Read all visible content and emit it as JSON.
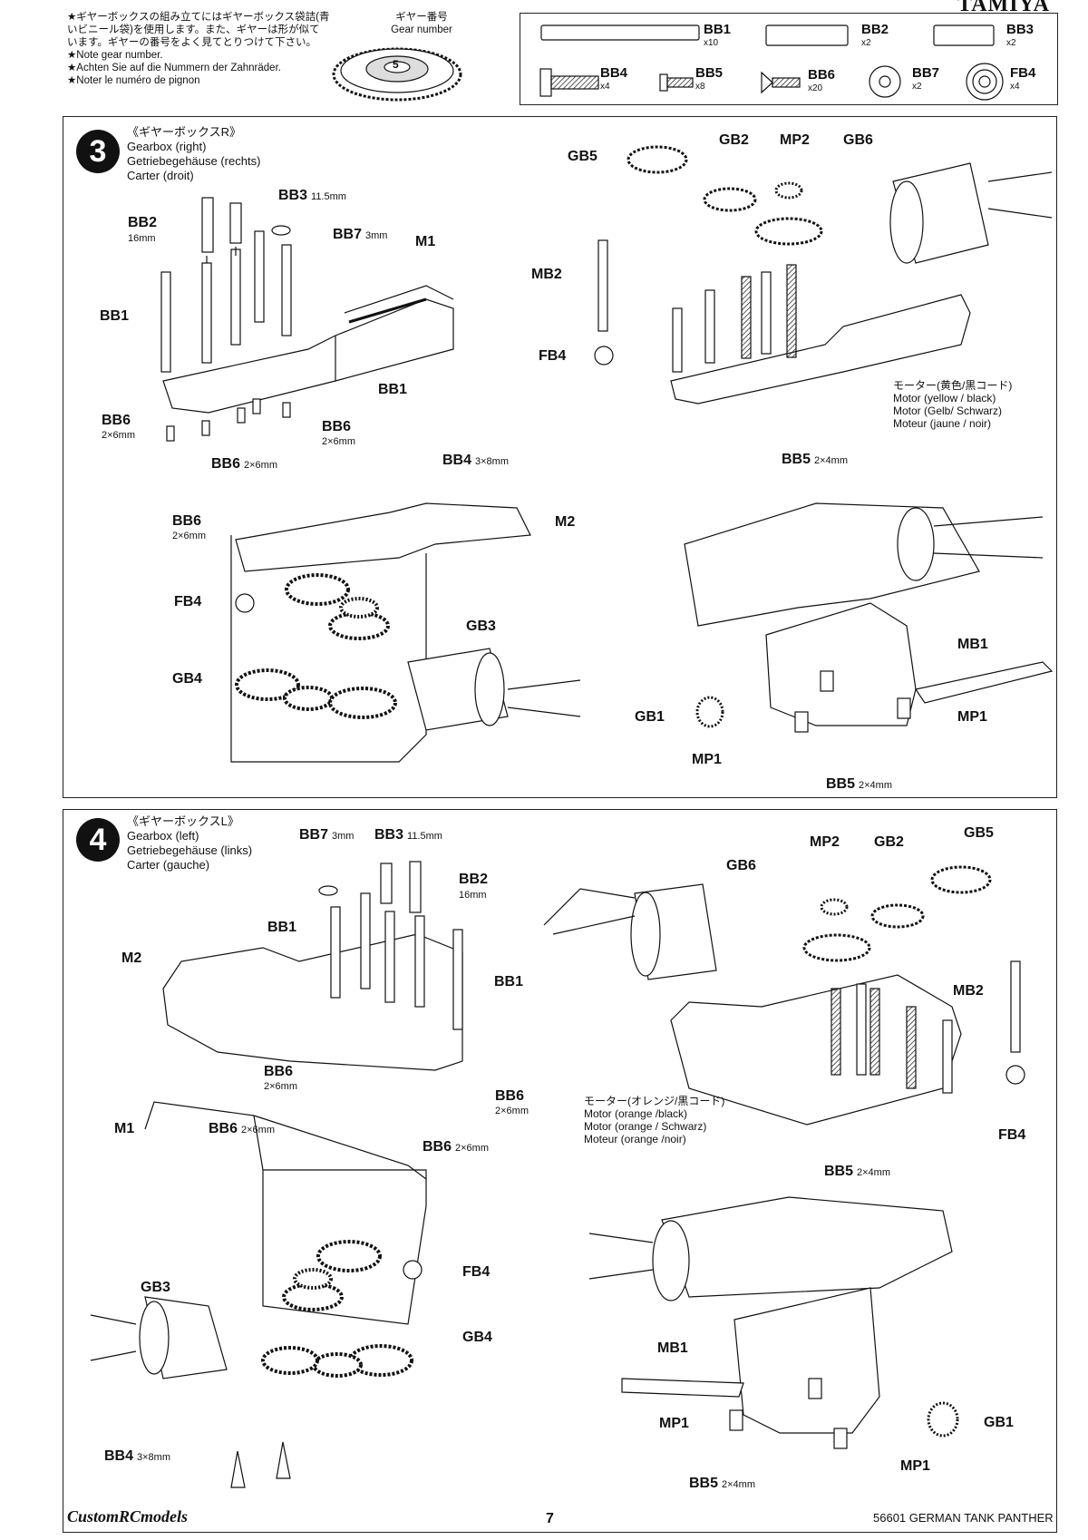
{
  "brand": "TAMIYA",
  "top_note": {
    "jp": "★ギヤーボックスの組み立てにはギヤーボックス袋詰(青いビニール袋)を使用します。また、ギヤーは形が似ています。ギヤーの番号をよく見てとりつけて下さい。",
    "en": "★Note gear number.",
    "de": "★Achten Sie auf die Nummern der Zahnräder.",
    "fr": "★Noter le numéro de pignon"
  },
  "gear_number": {
    "jp": "ギヤー番号",
    "en": "Gear number",
    "digit": "5"
  },
  "parts": [
    {
      "name": "BB1",
      "qty": "x10"
    },
    {
      "name": "BB2",
      "qty": "x2"
    },
    {
      "name": "BB3",
      "qty": "x2"
    },
    {
      "name": "BB4",
      "qty": "x4"
    },
    {
      "name": "BB5",
      "qty": "x8"
    },
    {
      "name": "BB6",
      "qty": "x20"
    },
    {
      "name": "BB7",
      "qty": "x2"
    },
    {
      "name": "FB4",
      "qty": "x4"
    }
  ],
  "step3": {
    "number": "3",
    "title_jp": "《ギヤーボックスR》",
    "title_en": "Gearbox (right)",
    "title_de": "Getriebegehäuse (rechts)",
    "title_fr": "Carter (droit)",
    "labels": {
      "bb3": "BB3",
      "bb3_size": "11.5mm",
      "bb2": "BB2",
      "bb2_size": "16mm",
      "bb7": "BB7",
      "bb7_size": "3mm",
      "m1": "M1",
      "bb1a": "BB1",
      "bb1b": "BB1",
      "bb6a": "BB6",
      "bb6a_size": "2×6mm",
      "bb6b": "BB6",
      "bb6b_size": "2×6mm",
      "bb6c": "BB6",
      "bb6c_size": "2×6mm",
      "bb6d": "BB6",
      "bb6d_size": "2×6mm",
      "bb4": "BB4",
      "bb4_size": "3×8mm",
      "m2": "M2",
      "fb4a": "FB4",
      "gb3": "GB3",
      "gb4": "GB4",
      "gb5": "GB5",
      "gb2": "GB2",
      "mp2": "MP2",
      "gb6": "GB6",
      "mb2": "MB2",
      "fb4b": "FB4",
      "motor_jp": "モーター(黄色/黒コード)",
      "motor_en": "Motor (yellow / black)",
      "motor_de": "Motor (Gelb/ Schwarz)",
      "motor_fr": "Moteur (jaune / noir)",
      "bb5a": "BB5",
      "bb5a_size": "2×4mm",
      "mb1": "MB1",
      "gb1": "GB1",
      "mp1a": "MP1",
      "mp1b": "MP1",
      "bb5b": "BB5",
      "bb5b_size": "2×4mm"
    }
  },
  "step4": {
    "number": "4",
    "title_jp": "《ギヤーボックスL》",
    "title_en": "Gearbox (left)",
    "title_de": "Getriebegehäuse (links)",
    "title_fr": "Carter (gauche)",
    "labels": {
      "bb7": "BB7",
      "bb7_size": "3mm",
      "bb3": "BB3",
      "bb3_size": "11.5mm",
      "bb2": "BB2",
      "bb2_size": "16mm",
      "bb1a": "BB1",
      "bb1b": "BB1",
      "m2": "M2",
      "bb6a": "BB6",
      "bb6a_size": "2×6mm",
      "bb6b": "BB6",
      "bb6b_size": "2×6mm",
      "m1": "M1",
      "bb6c": "BB6",
      "bb6c_size": "2×6mm",
      "bb6d": "BB6",
      "bb6d_size": "2×6mm",
      "gb3": "GB3",
      "fb4a": "FB4",
      "gb4": "GB4",
      "bb4": "BB4",
      "bb4_size": "3×8mm",
      "mp2": "MP2",
      "gb2": "GB2",
      "gb5": "GB5",
      "gb6": "GB6",
      "mb2": "MB2",
      "fb4b": "FB4",
      "motor_jp": "モーター(オレンジ/黒コード)",
      "motor_en": "Motor (orange /black)",
      "motor_de": "Motor (orange / Schwarz)",
      "motor_fr": "Moteur (orange /noir)",
      "bb5a": "BB5",
      "bb5a_size": "2×4mm",
      "mb1": "MB1",
      "mp1a": "MP1",
      "mp1b": "MP1",
      "gb1": "GB1",
      "bb5b": "BB5",
      "bb5b_size": "2×4mm"
    }
  },
  "footer": {
    "left": "CustomRCmodels",
    "page": "7",
    "right": "56601 GERMAN TANK PANTHER"
  }
}
